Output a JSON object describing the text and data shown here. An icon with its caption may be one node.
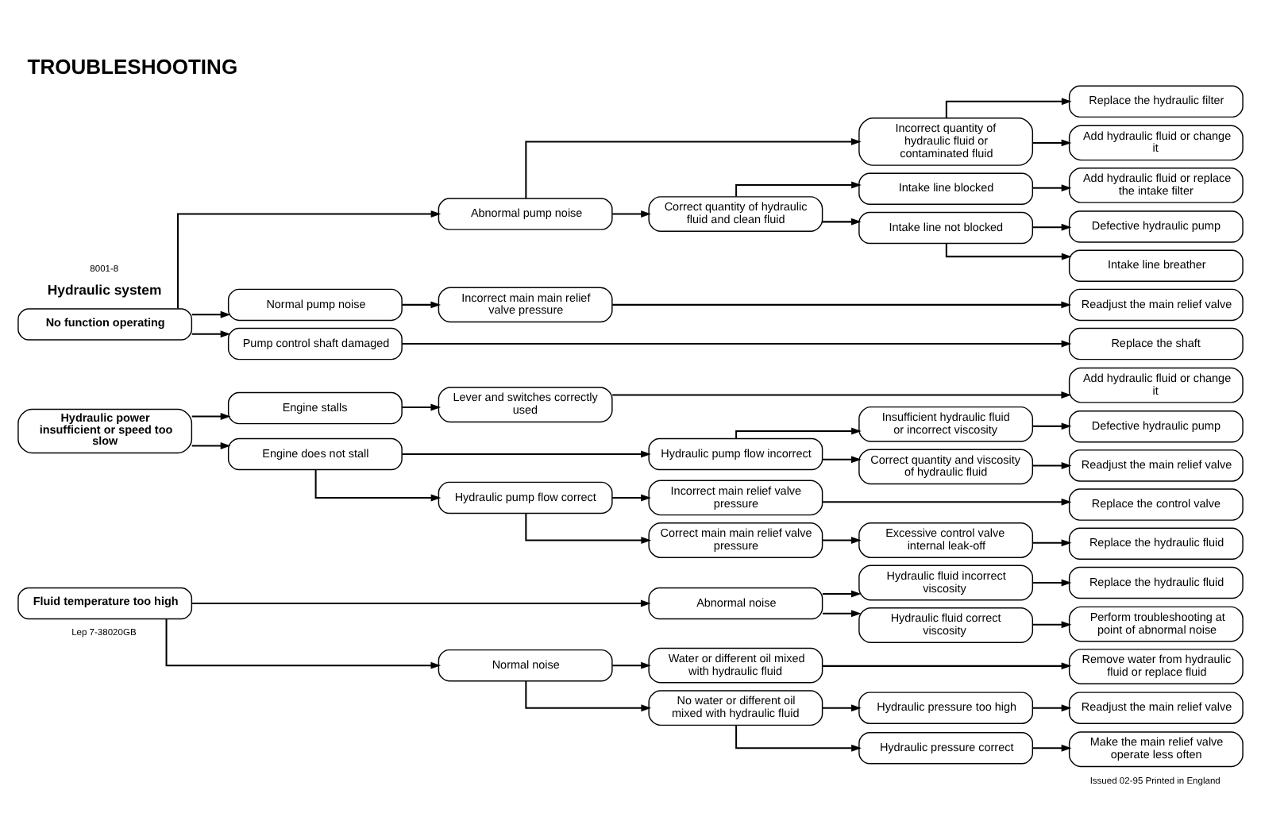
{
  "diagram": {
    "title": "TROUBLESHOOTING",
    "nodes": [
      {
        "text": [
          "No function operating"
        ]
      },
      {
        "text": [
          "Abnormal pump noise"
        ]
      },
      {
        "text": [
          "Incorrect quantity of hydraulic fluid or contaminated fluid"
        ]
      },
      {
        "text": [
          "Replace the hydraulic filter"
        ]
      },
      {
        "text": [
          "Add hydraulic fluid or change it"
        ]
      },
      {
        "text": [
          "Correct quantity of hydraulic fluid and clean fluid"
        ]
      },
      {
        "text": [
          "Intake line blocked"
        ]
      },
      {
        "text": [
          "Add hydraulic fluid or replace the intake filter"
        ]
      },
      {
        "text": [
          "Intake line not blocked"
        ]
      },
      {
        "text": [
          "Defective hydraulic pump"
        ]
      },
      {
        "text": [
          "Intake line breather"
        ]
      },
      {
        "text": [
          "Normal pump noise"
        ]
      },
      {
        "text": [
          "Incorrect main main relief valve pressure"
        ]
      },
      {
        "text": [
          "Readjust the main relief valve"
        ]
      },
      {
        "text": [
          "Pump control shaft damaged"
        ]
      },
      {
        "text": [
          "Replace the shaft"
        ]
      },
      {
        "text": [
          "Hydraulic power insufficient or speed too slow"
        ]
      },
      {
        "text": [
          "Engine stalls"
        ]
      },
      {
        "text": [
          "Engine does not stall"
        ]
      },
      {
        "text": [
          "Lever and switches correctly used"
        ]
      },
      {
        "text": [
          "Add hydraulic fluid or change it"
        ]
      },
      {
        "text": [
          "Hydraulic pump flow incorrect"
        ]
      },
      {
        "text": [
          "Insufficient hydraulic fluid or incorrect viscosity"
        ]
      },
      {
        "text": [
          "Defective hydraulic pump"
        ]
      },
      {
        "text": [
          "Correct quantity and viscosity of hydraulic fluid"
        ]
      },
      {
        "text": [
          "Readjust the main relief valve"
        ]
      },
      {
        "text": [
          "Hydraulic pump flow correct"
        ]
      },
      {
        "text": [
          "Incorrect main relief valve pressure"
        ]
      },
      {
        "text": [
          "Replace the control valve"
        ]
      },
      {
        "text": [
          "Correct main main relief valve pressure"
        ]
      },
      {
        "text": [
          "Excessive control valve internal leak-off"
        ]
      },
      {
        "text": [
          "Replace the hydraulic fluid"
        ]
      },
      {
        "text": [
          "Fluid temperature too high"
        ]
      },
      {
        "text": [
          "Abnormal noise"
        ]
      },
      {
        "text": [
          "Hydraulic fluid incorrect viscosity"
        ]
      },
      {
        "text": [
          "Replace the hydraulic fluid"
        ]
      },
      {
        "text": [
          "Hydraulic fluid correct viscosity"
        ]
      },
      {
        "text": [
          "Perform troubleshooting at point of abnormal noise"
        ]
      },
      {
        "text": [
          "Normal noise"
        ]
      },
      {
        "text": [
          "Water or different oil mixed with hydraulic fluid"
        ]
      },
      {
        "text": [
          "Remove water from hydraulic fluid or replace fluid"
        ]
      },
      {
        "text": [
          "No water or different oil mixed with hydraulic fluid"
        ]
      },
      {
        "text": [
          "Hydraulic pressure too high"
        ]
      },
      {
        "text": [
          "Readjust the main relief valve"
        ]
      },
      {
        "text": [
          "Hydraulic pressure correct"
        ]
      },
      {
        "text": [
          "Make the main relief valve operate less often"
        ]
      }
    ],
    "edges": [
      {
        "from": 0,
        "to": 1,
        "arrow": "to"
      },
      {
        "from": 0,
        "to": 11,
        "arrow": "to"
      },
      {
        "from": 0,
        "to": 14,
        "arrow": "to"
      },
      {
        "from": 1,
        "to": 2,
        "arrow": "to"
      },
      {
        "from": 1,
        "to": 5,
        "arrow": "to"
      },
      {
        "from": 2,
        "to": 3,
        "arrow": "to"
      },
      {
        "from": 2,
        "to": 4,
        "arrow": "to"
      },
      {
        "from": 5,
        "to": 6,
        "arrow": "to"
      },
      {
        "from": 5,
        "to": 8,
        "arrow": "to"
      },
      {
        "from": 6,
        "to": 7,
        "arrow": "to"
      },
      {
        "from": 8,
        "to": 9,
        "arrow": "to"
      },
      {
        "from": 8,
        "to": 10,
        "arrow": "to"
      },
      {
        "from": 11,
        "to": 12,
        "arrow": "to"
      },
      {
        "from": 12,
        "to": 13,
        "arrow": "to"
      },
      {
        "from": 14,
        "to": 15,
        "arrow": "to"
      },
      {
        "from": 16,
        "to": 17,
        "arrow": "to"
      },
      {
        "from": 16,
        "to": 18,
        "arrow": "to"
      },
      {
        "from": 17,
        "to": 19,
        "arrow": "to"
      },
      {
        "from": 19,
        "to": 20,
        "arrow": "to"
      },
      {
        "from": 18,
        "to": 21,
        "arrow": "to"
      },
      {
        "from": 18,
        "to": 26,
        "arrow": "to"
      },
      {
        "from": 21,
        "to": 22,
        "arrow": "to"
      },
      {
        "from": 21,
        "to": 24,
        "arrow": "to"
      },
      {
        "from": 22,
        "to": 23,
        "arrow": "to"
      },
      {
        "from": 24,
        "to": 25,
        "arrow": "to"
      },
      {
        "from": 26,
        "to": 27,
        "arrow": "to"
      },
      {
        "from": 26,
        "to": 29,
        "arrow": "to"
      },
      {
        "from": 27,
        "to": 28,
        "arrow": "to"
      },
      {
        "from": 29,
        "to": 30,
        "arrow": "to"
      },
      {
        "from": 30,
        "to": 31,
        "arrow": "to"
      },
      {
        "from": 32,
        "to": 33,
        "arrow": "to"
      },
      {
        "from": 32,
        "to": 38,
        "arrow": "to"
      },
      {
        "from": 33,
        "to": 34,
        "arrow": "to"
      },
      {
        "from": 33,
        "to": 36,
        "arrow": "to"
      },
      {
        "from": 34,
        "to": 35,
        "arrow": "to"
      },
      {
        "from": 36,
        "to": 37,
        "arrow": "to"
      },
      {
        "from": 38,
        "to": 39,
        "arrow": "to"
      },
      {
        "from": 38,
        "to": 41,
        "arrow": "to"
      },
      {
        "from": 39,
        "to": 40,
        "arrow": "to"
      },
      {
        "from": 41,
        "to": 42,
        "arrow": "to"
      },
      {
        "from": 41,
        "to": 44,
        "arrow": "to"
      },
      {
        "from": 42,
        "to": 43,
        "arrow": "to"
      },
      {
        "from": 44,
        "to": 45,
        "arrow": "to"
      }
    ],
    "labels": [
      "8001-8",
      "Hydraulic system",
      "Lep 7-38020GB",
      "Issued 02-95 Printed in England"
    ]
  }
}
